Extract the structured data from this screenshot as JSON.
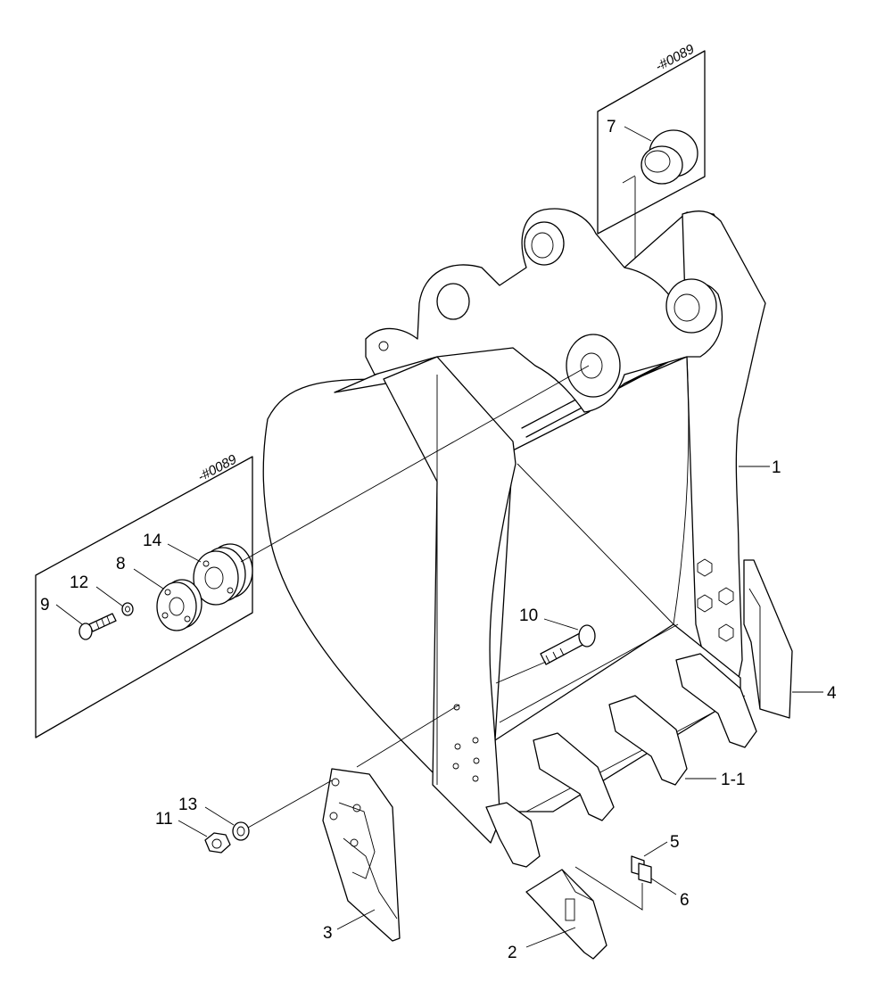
{
  "inset_top": {
    "serial_note": "-#0089"
  },
  "inset_left": {
    "serial_note": "-#0089"
  },
  "parts": [
    {
      "id": "p1",
      "label": "1"
    },
    {
      "id": "p1_1",
      "label": "1-1"
    },
    {
      "id": "p2",
      "label": "2"
    },
    {
      "id": "p3",
      "label": "3"
    },
    {
      "id": "p4",
      "label": "4"
    },
    {
      "id": "p5",
      "label": "5"
    },
    {
      "id": "p6",
      "label": "6"
    },
    {
      "id": "p7",
      "label": "7"
    },
    {
      "id": "p8",
      "label": "8"
    },
    {
      "id": "p9",
      "label": "9"
    },
    {
      "id": "p10",
      "label": "10"
    },
    {
      "id": "p11",
      "label": "11"
    },
    {
      "id": "p12",
      "label": "12"
    },
    {
      "id": "p13",
      "label": "13"
    },
    {
      "id": "p14",
      "label": "14"
    }
  ]
}
